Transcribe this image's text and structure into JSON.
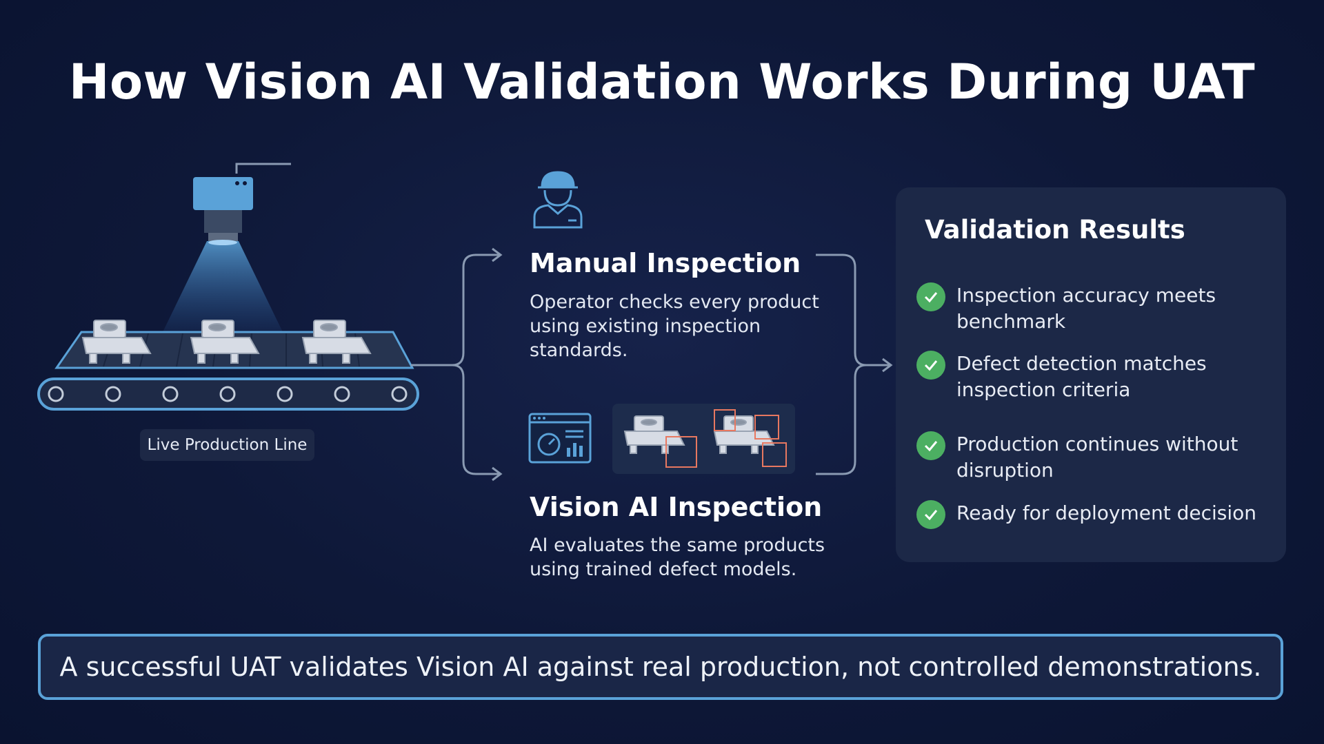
{
  "title": "How Vision AI Validation Works During UAT",
  "production_line": {
    "label": "Live Production Line"
  },
  "manual_inspection": {
    "title": "Manual Inspection",
    "description": "Operator checks every product using existing inspection standards.",
    "icon": "worker-hardhat-icon"
  },
  "vision_ai_inspection": {
    "title": "Vision AI Inspection",
    "description": "AI evaluates the same products using trained defect models.",
    "icons": [
      "ai-dashboard-icon",
      "detected-product-icon"
    ]
  },
  "validation_results": {
    "title": "Validation Results",
    "items": [
      {
        "text": "Inspection accuracy meets benchmark"
      },
      {
        "text": "Defect detection matches inspection criteria"
      },
      {
        "text": "Production continues without disruption"
      },
      {
        "text": "Ready for deployment decision"
      }
    ]
  },
  "footer": {
    "text": "A successful UAT validates Vision AI against real production, not controlled demonstrations."
  },
  "colors": {
    "background": "#0e1838",
    "accent_blue": "#5aa2d8",
    "check_green": "#4caf62",
    "panel": "#1c2847",
    "detection_box": "#e87860"
  }
}
